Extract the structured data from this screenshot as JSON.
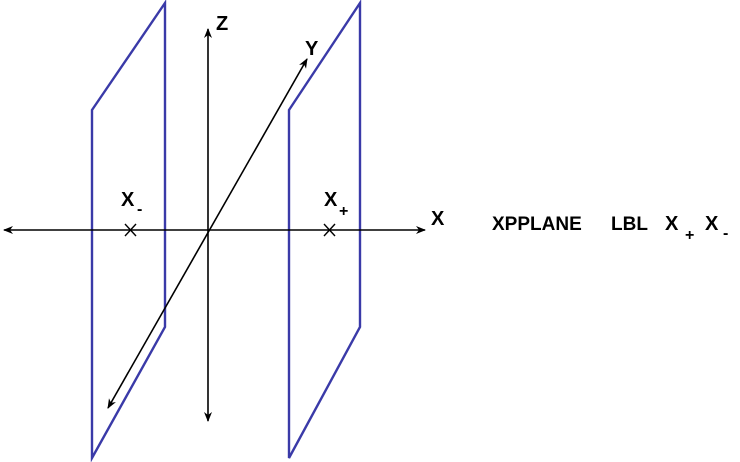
{
  "diagram": {
    "colors": {
      "plane": "#3a3aa8",
      "axis": "#000000",
      "background": "#ffffff"
    },
    "axes": {
      "x_label": "X",
      "y_label": "Y",
      "z_label": "Z"
    },
    "planes": [
      {
        "name": "X-",
        "label_main": "X",
        "label_sub": "-"
      },
      {
        "name": "X+",
        "label_main": "X",
        "label_sub": "+"
      }
    ],
    "command": {
      "part1": "XPPLANE",
      "part2": "LBL",
      "arg1_main": "X",
      "arg1_sub": "+",
      "arg2_main": "X",
      "arg2_sub": "-"
    }
  }
}
